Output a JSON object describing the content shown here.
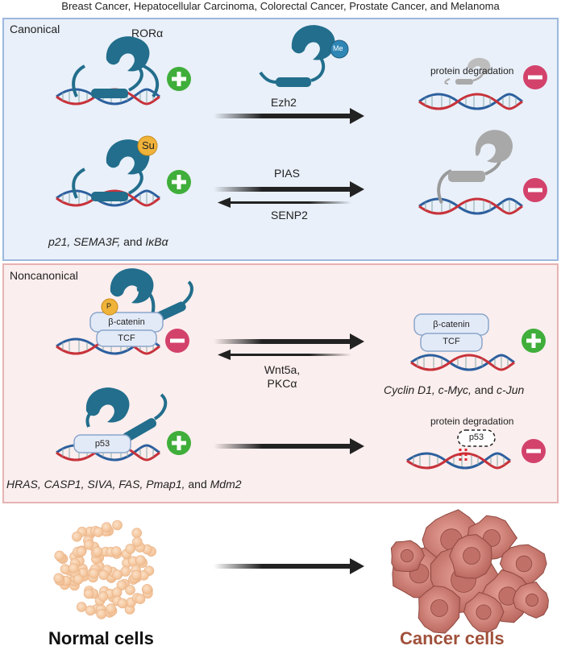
{
  "title": "Breast Cancer, Hepatocellular Carcinoma, Colorectal Cancer, Prostate Cancer, and Melanoma",
  "canonical": {
    "label": "Canonical",
    "ror_label": "RORα",
    "methyl_badge": "Me",
    "sumo_badge": "Su",
    "degradation_label": "protein degradation",
    "arrow1_label": "Ezh2",
    "arrow2_forward_label": "PIAS",
    "arrow2_reverse_label": "SENP2",
    "targets": {
      "part1": "p21, SEMA3F,",
      "and": " and ",
      "part2": "IκBα"
    }
  },
  "noncanonical": {
    "label": "Noncanonical",
    "phospho_badge": "P",
    "beta_catenin": "β-catenin",
    "tcf": "TCF",
    "reverse_label_line1": "Wnt5a,",
    "reverse_label_line2": "PKCα",
    "targets1": {
      "part1": "Cyclin D1, c-Myc,",
      "and": " and ",
      "part2": "c-Jun"
    },
    "p53": "p53",
    "degradation_label": "protein degradation",
    "targets2": {
      "part1": "HRAS, CASP1, SIVA, FAS, Pmap1,",
      "and": " and ",
      "part2": "Mdm2"
    }
  },
  "bottom": {
    "normal_label": "Normal cells",
    "cancer_label": "Cancer cells"
  },
  "colors": {
    "protein": "#226e8c",
    "protein_grey": "#a8a8a8",
    "plus": "#3fae3a",
    "minus": "#d3426b",
    "dna_red": "#c8323a",
    "dna_blue": "#2c5f9e",
    "sumo": "#f0b33a",
    "cancer_label": "#a0503a"
  }
}
